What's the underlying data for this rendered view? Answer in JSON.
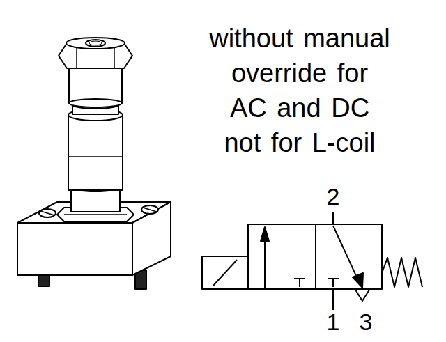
{
  "diagram": {
    "labels": [
      "without manual override for AC and DC not for L-coil",
      "2",
      "1",
      "3"
    ]
  }
}
